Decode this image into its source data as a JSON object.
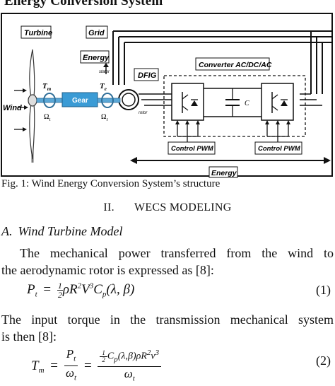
{
  "top_strip_text": "Energy Conversion System",
  "figure": {
    "labels": {
      "turbine": "Turbine",
      "grid": "Grid",
      "energy_left": "Energy",
      "stator": "stator",
      "dfig": "DFIG",
      "converter": "Converter AC/DC/AC",
      "wind": "Wind",
      "tm": "T",
      "tm_sub": "m",
      "te": "T",
      "te_sub": "e",
      "omega_t": "Ω",
      "omega_t_sub": "t",
      "omega_r": "Ω",
      "omega_r_sub": "r",
      "gear": "Gear",
      "rotor": "rotor",
      "capacitor": "C",
      "control_pwm_left": "Control PWM",
      "control_pwm_right": "Control PWM",
      "energy_bottom": "Energy"
    },
    "colors": {
      "gear_fill": "#3a9bd5",
      "shaft_fill": "#5aa7d6",
      "line": "#111111"
    }
  },
  "caption": "Fig. 1: Wind Energy Conversion System’s structure",
  "section": {
    "number": "II.",
    "title": "WECS MODELING"
  },
  "subsection": {
    "label": "A.",
    "title": "Wind Turbine Model"
  },
  "paragraph1": {
    "line1": "The mechanical power transferred from the wind to",
    "line2": "the aerodynamic rotor is expressed as [8]:"
  },
  "equation1": {
    "lhs": "P",
    "lhs_sub": "t",
    "equals": "=",
    "frac_num": "1",
    "frac_den": "2",
    "rhs": "ρR",
    "rhs_exp": "2",
    "rhs2": "V",
    "rhs2_exp": "3",
    "rhs3": "C",
    "rhs3_sub": "p",
    "rhs4": "(λ, β)",
    "number": "(1)"
  },
  "paragraph2": {
    "line1": "The input torque in the transmission mechanical system",
    "line2": "is then [8]:"
  },
  "equation2": {
    "lhs": "T",
    "lhs_sub": "m",
    "equals1": "=",
    "f1_num": "P",
    "f1_num_sub": "t",
    "f1_den": "ω",
    "f1_den_sub": "t",
    "equals2": "=",
    "f2_num_frac_n": "1",
    "f2_num_frac_d": "2",
    "f2_num_text": "C",
    "f2_num_text_sub": "p",
    "f2_num_text2": "(λ,β)ρR",
    "f2_num_text2_exp": "2",
    "f2_num_text3": "v",
    "f2_num_text3_exp": "3",
    "f2_den": "ω",
    "f2_den_sub": "t",
    "number": "(2)"
  }
}
